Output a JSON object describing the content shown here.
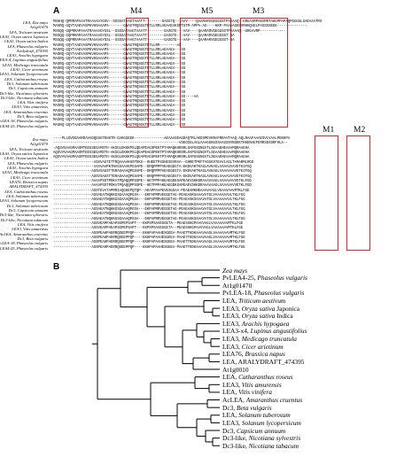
{
  "panels": {
    "a": "A",
    "b": "B"
  },
  "alignment": {
    "motifs_top": [
      "M4",
      "M5",
      "M3"
    ],
    "motifs_bottom": [
      "M1",
      "M2"
    ],
    "top_block": [
      {
        "name": "LEA, Zea mays",
        "seq": "MSHHQ-QPRRAPAAATRAAAAAYGSV--SSSSATAAGTAAATT--------GASGTQ---AAV----QAARARVGEGGSSTPAAAAQ--GRGAVRPAKVRRTAHGPPAPAQPGGGGLGAEAAATRS"
      },
      {
        "name": "At1g01470",
        "seq": "MASRQ-GQYTAAEVASPKVHSAAAPS-------GNAGTRQSGGTETLLRRLAEAAEAKSPTSTM-APPA-AS----KKP-PAAAAGEGVRHHQAELPASSSSEEE--------------"
      },
      {
        "name": "LEA, Triticum aestivum",
        "seq": "MSSQQ-GQPRRAPAAATRAAAAGYGSL--SSSSATAAGTAAATT--------GASGTE---AAV----QAARARVGEGGSSTPAAAAQ--GRGAVRP------------"
      },
      {
        "name": "LEA3, Oryza sativa Japonica",
        "seq": "MSSQQ-GQPRRAPAAATRAAAAGYGSL--SSSSATAAGTAAATT--------GASGTE---AAV----QAARARVGEGGSST-SA"
      },
      {
        "name": "LEA3, Oryza sativa Indica",
        "seq": "MSSQQ-GQPRRAPAAATRAAAAGYGSL--SSSSATAAGTAAATT--------GASGTE---AAV----QAARARVGEGGSST-SA"
      },
      {
        "name": "LEA, Phaseolus vulgaris",
        "seq": "MASRQ-GQYTAAEVASPKVHSAAAPS-------GNAGTRQSGGTETLLRR--------AS"
      },
      {
        "name": "Aralydraft_474395",
        "seq": "MASRQ-GQYTAAEVASPKVHSAAAPS-------GNAGTRQSGGTETLLRRLAEAAEA---SS"
      },
      {
        "name": "LEA3, Arachis hypogaea",
        "seq": "MASRQ-GQYTAAEVASPKVHSAAAPS-------GNAGTRQSGGTETLLRRLAEAAEA---SS"
      },
      {
        "name": "REEA-4, Lupinus angustifolius",
        "seq": "MASRQ-GQYTAAEVASPKVHSAAAPS-------GNAGTRQSGGTETLLRRLAEAAEA---SS"
      },
      {
        "name": "LEA3, Medicago truncatula",
        "seq": "MASRQ-GQYTAAEVASPKVHSAAAPS-------GNAGTRQSGGTETLLRRLAEAAEA---SS"
      },
      {
        "name": "LEA3, Cicer arietinum",
        "seq": "MASRQ-GQYTAAEVASPKVHSAAAPS-------GNAGTRQSGGTETLLRRLAEAAEA---SS"
      },
      {
        "name": "LEA3, Solanum lycopersicum",
        "seq": "MASRQ-GQYTAAEVASPKVHSAAAPS-------GNAGTRQSGGTETLLRRLAEAAEA---SS"
      },
      {
        "name": "LEA, Catharanthus roseus",
        "seq": "MASRQ-GQYTAAEVASPKVHSAAAPS-------GNAGTRQSGGTETLLRRLAEAAEA---SS"
      },
      {
        "name": "Dc3, Solanum tuberosum",
        "seq": "MASRQ-GQYTAAEVASPKVHSAAAPS-------GNAGTRQSGGTETLLRRLAEAAEA---SS"
      },
      {
        "name": "Dc3, Capsicum annuum",
        "seq": "MASRQ-GQYTAAEVASPKVHSAAAPS-------GNAGTRQSGGTETLLRRLAEAAEA---SS"
      },
      {
        "name": "Dc3-like, Nicotiana sylvestris",
        "seq": "MASRQ-GQYTAAEVASPKVHSAAAPS-------GNAGTRQSGGTETLLRRLAEAAEA---SS"
      },
      {
        "name": "Dc3-like, Nicotiana tabacum",
        "seq": "MASRQ-GQYTAAEVASPKVHSAAAPS-------GNAGTRQSGGTETLLRRLAEAAEA---SS----AA"
      },
      {
        "name": "LEA, Vitis vinifera",
        "seq": "MASRQ-GQYTAAEVASPKVHSAAAPS-------GNAGTRQSGGTETLLRRLAEAAEA---SS"
      },
      {
        "name": "LEA3, Vitis amurensis",
        "seq": "MASRQ-GQYTAAEVASPKVHSAAAPS-------GNAGTRQSGGTETLLRRLAEAAEA---SS"
      },
      {
        "name": "LEA, Amaranthus cruentus",
        "seq": "MASRQ-GQYTAAEVASPKVHSAAAPS-------GNAGTRQSGGTETLLRRLAEAAEA---SS"
      },
      {
        "name": "Dc3, Beta vulgaris",
        "seq": "MASRQ-GQYTAAEVASPKVHSAAAPS-------GNAGTRQSGGTETLLRRLAEAAEA---SS"
      },
      {
        "name": "PvLEA-18, Phaseolus vulgaris",
        "seq": "MASRQ-GQYTAAEVASPKVHSAAAPS-------GNAGTRQSGGTETLLRRLAEAAEA---SS"
      },
      {
        "name": "PvLEA4-25, Phaseolus vulgaris",
        "seq": "MASRQ-GQYTAAEVASPKVHSAAAPS-------GNAGTRQSGGTETLLRRLAEAAEA---SS"
      }
    ],
    "bottom_block": [
      {
        "name": "Zea mays",
        "seq": "----PLLDVGDAARDAVADQGSGTEHKTR-GAKGGEEK--------------AEAAASEAGDAQTRLAEDSPEVKRAFRRAVTAAQ-AQLRAAFAAAESVLVAALPEKHPA"
      },
      {
        "name": "At1g01470",
        "seq": "-----------------------------------------------------------VSEGGGLAGLAAAGGKGSSAASSSVNSEKTKKENAEFERRSDSSRFHLA--"
      },
      {
        "name": "LEA, Triticum aestivum",
        "seq": "-AQSVSAAGMAASMTEEGSEGAMSTH-AKSGLEKKKPSLQEAPEAGSPEKTPTAMAQKHRSRLSAPGSGNGVTLSEAAEHEAAAMQRAAEHA"
      },
      {
        "name": "LEA3, Oryza sativa Japonica",
        "seq": "AQSVVVAAGMAASMTEEGSEGAMSTH-AKSGLEKKKPSLQEAPEAGSPEKTPTAMAQKHRSRLSAPGSGNGVTLSEAAEHEAAAMQRAAEHA"
      },
      {
        "name": "LEA3, Oryza sativa Indica",
        "seq": "AQSVVVAAGMAASMTEEGSEGAMSTH-AKSGLEKKKPSLQEAPEAGSPEKTPTAMAQKHRSRLSAPGSGNGVTLSEAAEHEAAAMQRAAEHA"
      },
      {
        "name": "LEA, Phaseolus vulgaris",
        "seq": "-------------------ASSVAGTETTRQAAAAKHSTEKS--SHEETPSSHESGVRAA--GHRETPKFTAGGKSTEAVLAGLTAMARMLRGD"
      },
      {
        "name": "LEA3, Arachis hypogaea",
        "seq": "-------------------AAAVAAPKTNAGSAAAKPGSAPE--DRQPPPPVEAEGEGTA-EKDVAKTKAGLAVKAGLVAAAVAAVETKIFGQ"
      },
      {
        "name": "LEA3, Medicago truncatula",
        "seq": "------------------ASSVSAGSTTERASAAAQPGSAPE--DRQPPPPVEAEGEGTA-EKDVAKTKAGLAVKAGLVAAAVAAVETKIFGQ"
      },
      {
        "name": "LEA3, Cicer arietinum",
        "seq": "------------------ASSVSAGSTTERASAAAQPGSAPE--DRQPPPPVEAEGEGTA-EKDVAKTKAGLAVKAGLVAAAVAAVETKIFGQ"
      },
      {
        "name": "LEA7b, Brassica napus",
        "seq": "------------------AAAAPSSTPDKATPQAQQPPSSPE--HETPPPAKEAEGDKSAPEAEVSKKDRAAAVAAGLVAAAVAVVETKLFGD"
      },
      {
        "name": "ARALYDRAFT_474395",
        "seq": "------------------AAAAPSSTPDKATPQAQQPPSSPE--HETPPPAKEAEGDKSAPEAEVSKKDRAAAVAAGLVAAAVAVVETKLFGD"
      },
      {
        "name": "LEA, Catharanthus roseus",
        "seq": "------------------ASSTEVATAPRRIAQGKEPQTQP--AEAPPAAPEVESGGAA-PEAEAMKNEAAAVAAGLVGAAVAAVMTKLFGE"
      },
      {
        "name": "LEA, Solanum tuberosum",
        "seq": "------------------ASSAEATNQKKGSGAAAQPGSA---EKPAPRRVEGGETAG-PEAEASKSAAAVATGLVAAAAAAVLTKLFGG"
      },
      {
        "name": "LEA3, Solanum lycopersicum",
        "seq": "------------------ASSAEATNQKKGSGAAAQPGSA---EKPAPRRVEGGETAG-PEAEASKSAAAVATGLVAAAAAAVLTKLFGG"
      },
      {
        "name": "Dc3, Solanum tuberosum",
        "seq": "------------------ASSAEATNQKKGSGAAAQPGSA---EKPAPRRVEGGETAG-PEAEASKSAAAVATGLVAAAAAAVLTKLFGG"
      },
      {
        "name": "Dc3, Capsicum annuum",
        "seq": "------------------ASSAEATNQKKGSGAAAQPGSA---EKPAPRRVEGGETAG-PEAEASKSAAAVATGLVAAAAAAVLTKLFGG"
      },
      {
        "name": "Dc3-like, Nicotiana sylvestris",
        "seq": "------------------ASSAEATNQKKGSGAAAQPGSA---EKPAPRRVEGGETAG-PEAEASKSAAAVATGLVAAAAAAVLTKLFGG"
      },
      {
        "name": "Dc3-like, Nicotiana tabacum",
        "seq": "------------------ASSAEATNQKKGSGAAAQPGSA---EKPAPRRVEGGETAG-PEAEASKSAAAVATGLVAAAAAAVLTKLFGG"
      },
      {
        "name": "LEA, Vitis vinifera",
        "seq": "------------------ASSVEAPPAEAPSGPEPSAPT---EKPSPSAVEGGETA--PEAESSKGPAAVVAGLVAAAAAAVMTKLFGE"
      },
      {
        "name": "LEA3, Vitis amurensis",
        "seq": "------------------ASSVEAPPAEAPSGPEPSAPT---EKPSPSAVEGGETA--PEAESSKGPAAVVAGLVAAAAAAVMTKLFGE"
      },
      {
        "name": "AcLEA, Amaranthus cruentus",
        "seq": "------------------ASSPEAHPAERRQSEEPPQP----EKHPAPAAHESGEEA-PAAETTKDKAAAVAAGLVAAAAAAVMTKLFGE"
      },
      {
        "name": "Dc3, Beta vulgaris",
        "seq": "------------------ASSPEAHPAERRQSEEPPQP----EKHPAPAAHESGEEA-PAAETTKDKAAAVAAGLVAAAAAAVMTKLFGE"
      },
      {
        "name": "PvLEA-18, Phaseolus vulgaris",
        "seq": "------------------ASSPEAHPAERRQSEEPPQP----EKHPAPAAHESGEEA-PAAETTKDKAAAVAAGLVAAAAAAVMTKLFGE"
      },
      {
        "name": "PvLEA4-25, Phaseolus vulgaris",
        "seq": "------------------ASSPEAHPAERRQSEEPPQP----EKHPAPAAHESGEEA-PAAETTKDKAAAVAAGLVAAAAAAVMTKLFGE"
      }
    ]
  },
  "tree": {
    "leaves": [
      {
        "prefix": "",
        "species": "Zea mays",
        "suffix": ""
      },
      {
        "prefix": "PvLEA4-25, ",
        "species": "Phaseolus vulgaris",
        "suffix": ""
      },
      {
        "prefix": "At1g01470",
        "species": "",
        "suffix": ""
      },
      {
        "prefix": "PvLEA-18, ",
        "species": "Phaseolus vulgaris",
        "suffix": ""
      },
      {
        "prefix": "LEA, ",
        "species": "Triticum aestivum",
        "suffix": ""
      },
      {
        "prefix": "LEA3, ",
        "species": "Oryza sativa",
        "suffix": " Japonica"
      },
      {
        "prefix": "LEA3, ",
        "species": "Oryza sativa",
        "suffix": " Indica"
      },
      {
        "prefix": "LEA3, ",
        "species": "Arachis hypogaea",
        "suffix": ""
      },
      {
        "prefix": "LEA3-x4, ",
        "species": "Lupinus angustifolius",
        "suffix": ""
      },
      {
        "prefix": "LEA3, ",
        "species": "Medicago truncatula",
        "suffix": ""
      },
      {
        "prefix": "LEA3, ",
        "species": "Cicer arietinum",
        "suffix": ""
      },
      {
        "prefix": "LEA76, ",
        "species": "Brassica napus",
        "suffix": ""
      },
      {
        "prefix": "LEA, ARALYDRAFT_474395",
        "species": "",
        "suffix": ""
      },
      {
        "prefix": "At1g0010",
        "species": "",
        "suffix": ""
      },
      {
        "prefix": "LEA, ",
        "species": "Catharanthus roseus",
        "suffix": ""
      },
      {
        "prefix": "LEA3, ",
        "species": "Vitis amurensis",
        "suffix": ""
      },
      {
        "prefix": "LEA, ",
        "species": "Vitis vinifera",
        "suffix": ""
      },
      {
        "prefix": "AcLEA, ",
        "species": "Amaranthus cruentus",
        "suffix": ""
      },
      {
        "prefix": "Dc3, ",
        "species": "Beta vulgaris",
        "suffix": ""
      },
      {
        "prefix": "LEA, ",
        "species": "Solanum tuberosum",
        "suffix": ""
      },
      {
        "prefix": "LEA3, ",
        "species": "Solanum lycopersicum",
        "suffix": ""
      },
      {
        "prefix": "Dc3, ",
        "species": "Capsicum annuum",
        "suffix": ""
      },
      {
        "prefix": "Dc3-like, ",
        "species": "Nicotiana sylvestris",
        "suffix": ""
      },
      {
        "prefix": "Dc3-like, ",
        "species": "Nicotiana tabacum",
        "suffix": ""
      }
    ]
  },
  "colors": {
    "motif_box": "#e0262a",
    "ink": "#000000"
  }
}
